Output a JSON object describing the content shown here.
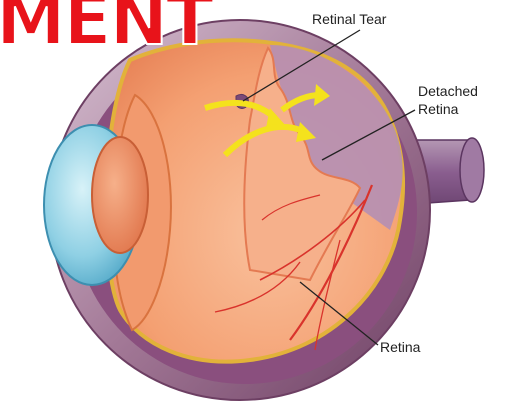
{
  "banner": {
    "text": "MENT",
    "color": "#e8131a"
  },
  "labels": {
    "retinal_tear": "Retinal Tear",
    "detached_retina_line1": "Detached",
    "detached_retina_line2": "Retina",
    "retina": "Retina"
  },
  "colors": {
    "sclera_outer": "#b98aa6",
    "sclera_dark": "#6d3f63",
    "interior_orange": "#f5a67a",
    "retina_pink": "#f6b08b",
    "cornea_blue": "#8fd0e4",
    "lens_orange": "#f08a5c",
    "arrow_yellow": "#f4e21d",
    "vessel_red": "#d9332c",
    "optic_nerve_purple": "#8a5e8f"
  }
}
